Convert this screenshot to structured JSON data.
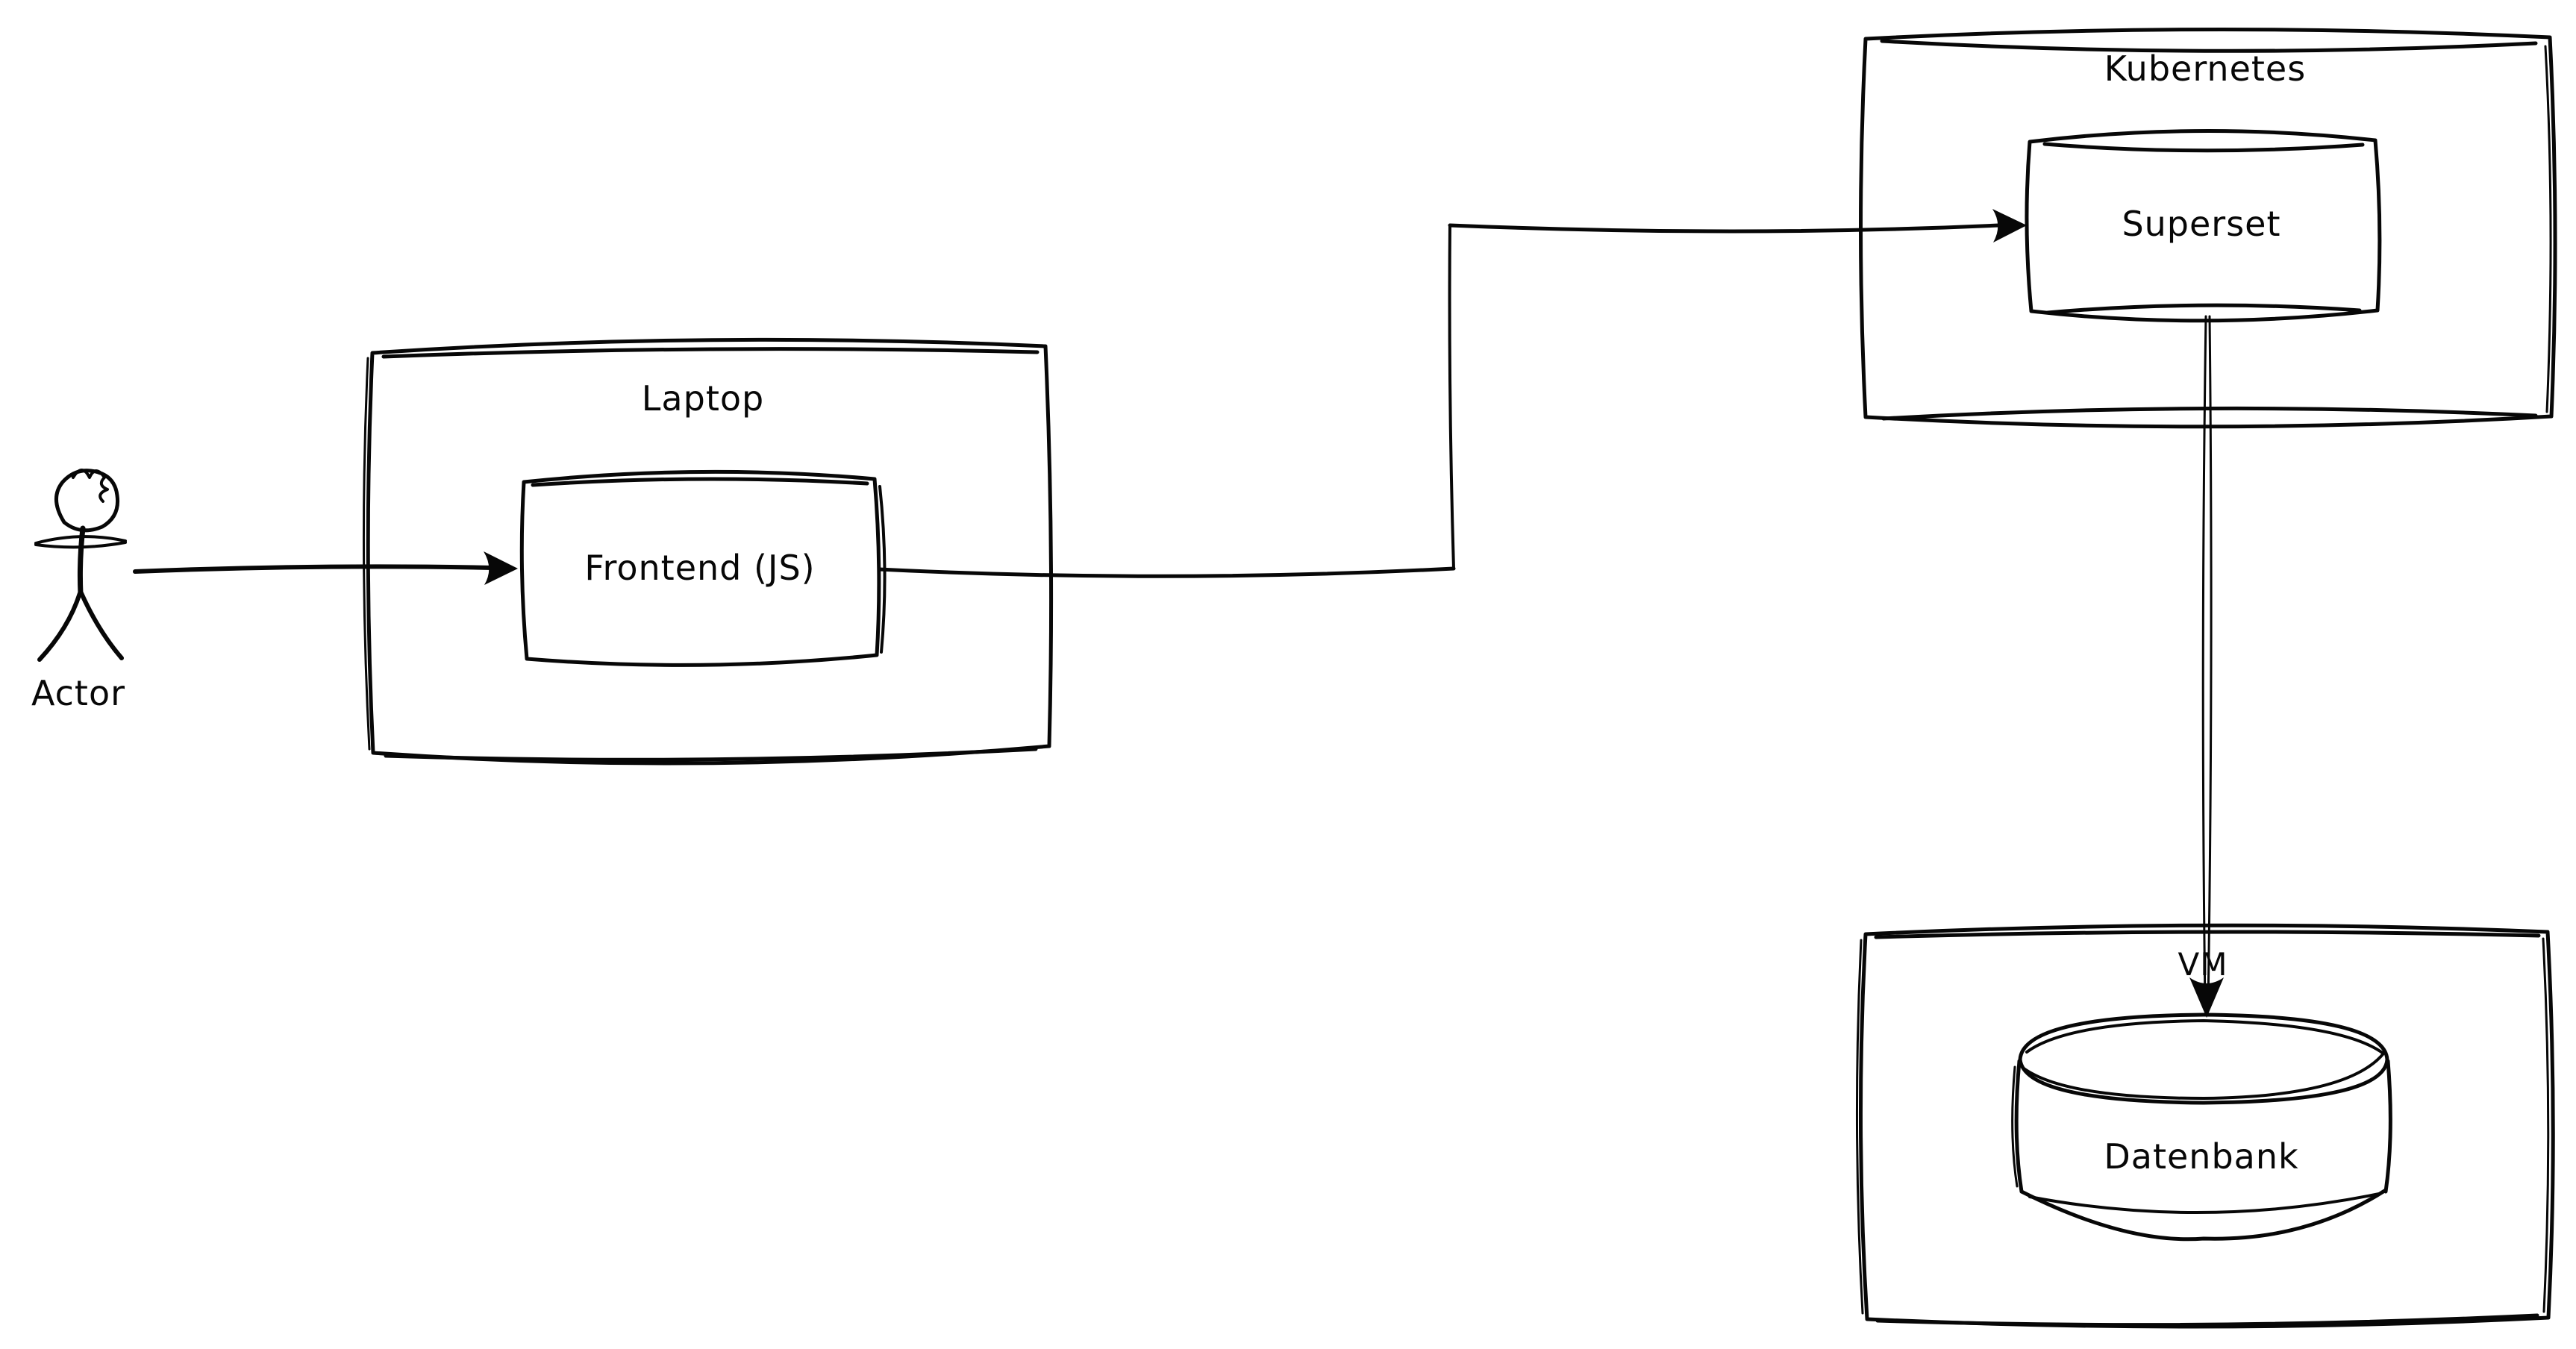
{
  "diagram": {
    "background_color": "#ffffff",
    "stroke_color": "#070707",
    "style": "hand-drawn-sketch",
    "nodes": {
      "actor": {
        "label": "Actor",
        "kind": "stick-figure"
      },
      "laptop": {
        "label": "Laptop",
        "kind": "container"
      },
      "frontend": {
        "label": "Frontend (JS)",
        "kind": "box",
        "parent": "Laptop"
      },
      "kubernetes": {
        "label": "Kubernetes",
        "kind": "container"
      },
      "superset": {
        "label": "Superset",
        "kind": "box",
        "parent": "Kubernetes"
      },
      "vm": {
        "label": "VM",
        "kind": "container"
      },
      "datenbank": {
        "label": "Datenbank",
        "kind": "database-cylinder",
        "parent": "VM"
      }
    },
    "edges": [
      {
        "from": "Actor",
        "to": "Frontend (JS)",
        "shape": "straight-arrow"
      },
      {
        "from": "Frontend (JS)",
        "to": "Superset",
        "shape": "elbow-arrow"
      },
      {
        "from": "Superset",
        "to": "Datenbank",
        "shape": "straight-arrow-down"
      }
    ]
  }
}
